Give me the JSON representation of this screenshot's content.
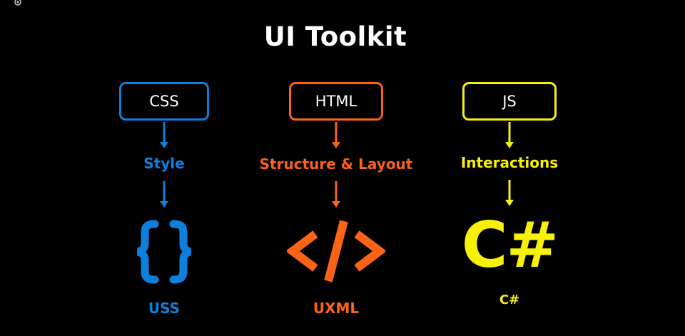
{
  "title": "UI Toolkit",
  "colors": {
    "background": "#000000",
    "css_blue": "#0f7fdc",
    "html_orange": "#fb6315",
    "js_yellow": "#f7f00a",
    "white": "#ffffff"
  },
  "columns": [
    {
      "box_label": "CSS",
      "mid_label": "Style",
      "icon": "curly-braces-icon",
      "bottom_label": "USS"
    },
    {
      "box_label": "HTML",
      "mid_label": "Structure & Layout",
      "icon": "code-tag-icon",
      "bottom_label": "UXML"
    },
    {
      "box_label": "JS",
      "mid_label": "Interactions",
      "icon": "csharp-icon",
      "glyph_text": "C#",
      "bottom_label": "C#"
    }
  ]
}
